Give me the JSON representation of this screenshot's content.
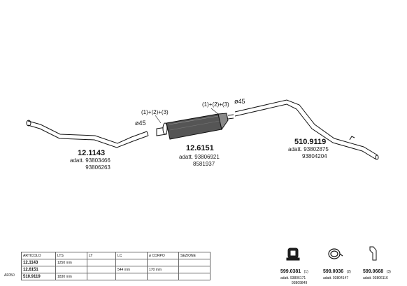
{
  "parts": [
    {
      "code": "12.1143",
      "adatt": [
        "adatt. 93803466",
        "93806263"
      ]
    },
    {
      "code": "12.6151",
      "adatt": [
        "adatt. 93806921",
        "8581937"
      ]
    },
    {
      "code": "510.9119",
      "adatt": [
        "adatt. 93802875",
        "93804204"
      ]
    }
  ],
  "annotations": {
    "dia_left": "ø45",
    "dia_right": "ø45",
    "clamp_left": "(1)+(2)+(3)",
    "clamp_right": "(1)+(2)+(3)"
  },
  "table": {
    "headers": [
      "ARTICOLO",
      "LTS",
      "LT",
      "LC",
      "ø CORPO",
      "SEZIONE"
    ],
    "rows": [
      [
        "12.1143",
        "1250 mm",
        "",
        "",
        "",
        ""
      ],
      [
        "12.6151",
        "",
        "",
        "544 mm",
        "170 mm",
        ""
      ],
      [
        "510.9119",
        "1830 mm",
        "",
        "",
        "",
        ""
      ]
    ],
    "side_label": "AF050"
  },
  "accessories": [
    {
      "code": "599.0381",
      "ref": "(1)",
      "adatt": [
        "adatt. 93806171",
        "93809849"
      ]
    },
    {
      "code": "599.0036",
      "ref": "(2)",
      "adatt": [
        "adatt. 93804147"
      ]
    },
    {
      "code": "599.0668",
      "ref": "(3)",
      "adatt": [
        "adatt. 93806116"
      ]
    }
  ]
}
